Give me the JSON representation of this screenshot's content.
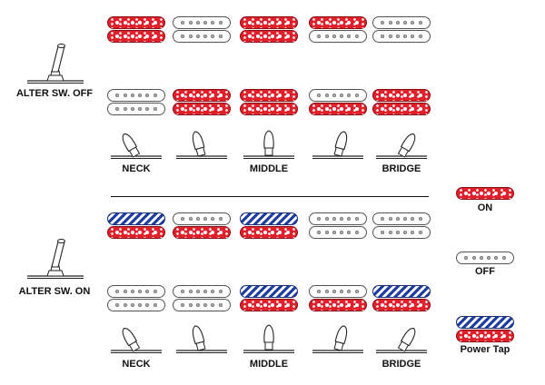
{
  "colors": {
    "on": "#e0202a",
    "tap": "#1f3fa0",
    "off_dot": "#bbbbbb"
  },
  "sections": [
    {
      "switch_label": "ALTER SW. OFF",
      "positions": [
        {
          "upper": [
            "on",
            "on"
          ],
          "lower": [
            "off",
            "off"
          ]
        },
        {
          "upper": [
            "off",
            "off"
          ],
          "lower": [
            "on",
            "on"
          ]
        },
        {
          "upper": [
            "on",
            "on"
          ],
          "lower": [
            "on",
            "on"
          ]
        },
        {
          "upper": [
            "on",
            "off"
          ],
          "lower": [
            "off",
            "on"
          ]
        },
        {
          "upper": [
            "off",
            "off"
          ],
          "lower": [
            "on",
            "on"
          ]
        }
      ],
      "position_labels": [
        "NECK",
        "",
        "MIDDLE",
        "",
        "BRIDGE"
      ]
    },
    {
      "switch_label": "ALTER SW. ON",
      "positions": [
        {
          "upper": [
            "tap",
            "on"
          ],
          "lower": [
            "off",
            "off"
          ]
        },
        {
          "upper": [
            "off",
            "on"
          ],
          "lower": [
            "off",
            "off"
          ]
        },
        {
          "upper": [
            "tap",
            "on"
          ],
          "lower": [
            "tap",
            "on"
          ]
        },
        {
          "upper": [
            "off",
            "off"
          ],
          "lower": [
            "off",
            "on"
          ]
        },
        {
          "upper": [
            "off",
            "off"
          ],
          "lower": [
            "tap",
            "on"
          ]
        }
      ],
      "position_labels": [
        "NECK",
        "",
        "MIDDLE",
        "",
        "BRIDGE"
      ]
    }
  ],
  "legend": [
    {
      "state": "on",
      "label": "ON"
    },
    {
      "state": "off",
      "label": "OFF"
    },
    {
      "state": "tap",
      "label": "Power Tap"
    }
  ],
  "icons": {
    "lever": "selector-lever-icon",
    "toggle": "toggle-switch-icon"
  }
}
